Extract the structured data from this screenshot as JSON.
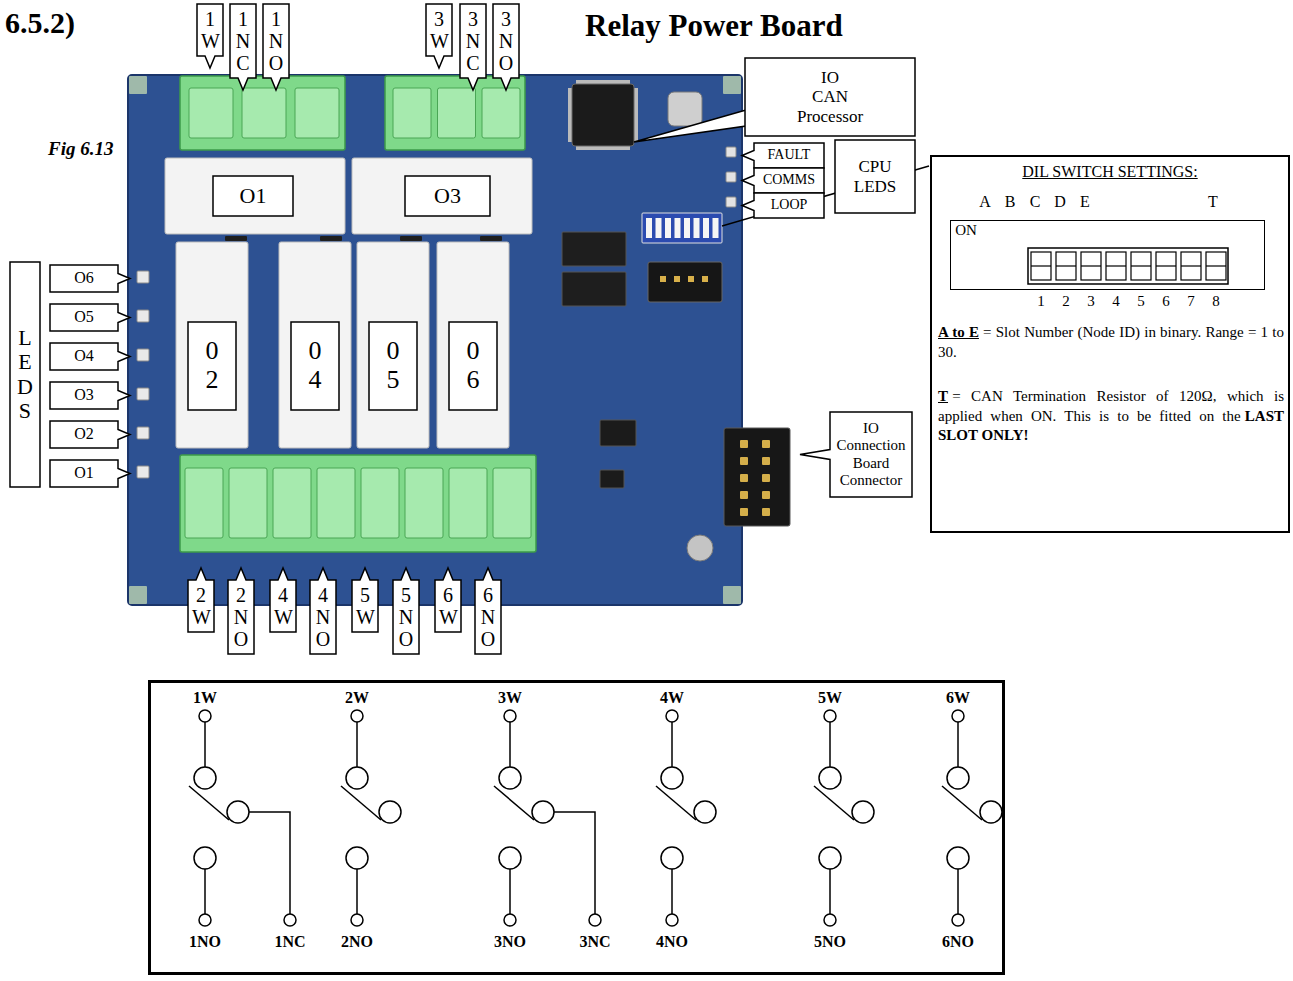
{
  "diagram": {
    "title": "Relay Power Board",
    "nodes": [
      {
        "text": [
          "1W"
        ]
      },
      {
        "text": [
          "1NC"
        ]
      },
      {
        "text": [
          "1NO"
        ]
      },
      {
        "text": [
          "3W"
        ]
      },
      {
        "text": [
          "3NC"
        ]
      },
      {
        "text": [
          "3NO"
        ]
      },
      {
        "text": [
          "IO CAN Processor"
        ]
      },
      {
        "text": [
          "FAULT"
        ]
      },
      {
        "text": [
          "COMMS"
        ]
      },
      {
        "text": [
          "LOOP"
        ]
      },
      {
        "text": [
          "CPU LEDS"
        ]
      },
      {
        "text": [
          "DIL SWITCH SETTINGS:",
          "A",
          "B",
          "C",
          "D",
          "E",
          "T",
          "1",
          "2",
          "3",
          "4",
          "5",
          "6",
          "7",
          "8",
          "A to E",
          "= Slot Number (Node ID) in binary. Range = 1 to 30.",
          "T",
          "= CAN Termination Resistor of 120Ω, which is applied when ON. This is to be fitted on the",
          "LAST SLOT ONLY!"
        ]
      },
      {
        "text": [
          "ON"
        ],
        "in": 11
      },
      {
        "text": [
          "O1"
        ]
      },
      {
        "text": [
          "O3"
        ]
      },
      {
        "text": [
          "LEDS"
        ]
      },
      {
        "text": [
          "O6"
        ]
      },
      {
        "text": [
          "O5"
        ]
      },
      {
        "text": [
          "O4"
        ]
      },
      {
        "text": [
          "O3"
        ]
      },
      {
        "text": [
          "O2"
        ]
      },
      {
        "text": [
          "O1"
        ]
      },
      {
        "text": [
          "02"
        ]
      },
      {
        "text": [
          "04"
        ]
      },
      {
        "text": [
          "05"
        ]
      },
      {
        "text": [
          "06"
        ]
      },
      {
        "text": [
          "IO Connection Board Connector"
        ]
      },
      {
        "text": [
          "2W"
        ]
      },
      {
        "text": [
          "2NO"
        ]
      },
      {
        "text": [
          "4W"
        ]
      },
      {
        "text": [
          "4NO"
        ]
      },
      {
        "text": [
          "5W"
        ]
      },
      {
        "text": [
          "5NO"
        ]
      },
      {
        "text": [
          "6W"
        ]
      },
      {
        "text": [
          "6NO"
        ]
      },
      {
        "text": [
          "1W",
          "2W",
          "3W",
          "4W",
          "5W",
          "6W",
          "1NO",
          "1NC",
          "2NO",
          "3NO",
          "3NC",
          "4NO",
          "5NO",
          "6NO"
        ]
      }
    ],
    "labels": [
      "6.5.2)",
      "Fig 6.13"
    ]
  }
}
